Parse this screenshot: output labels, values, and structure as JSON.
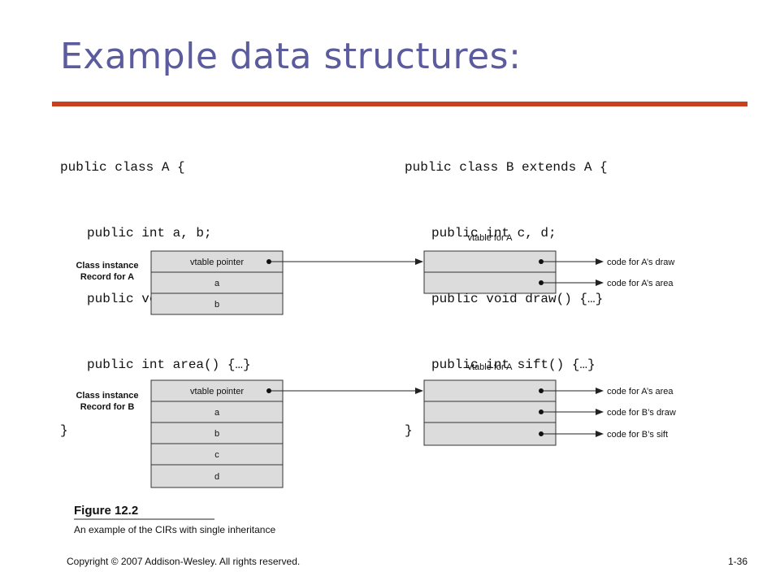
{
  "title": "Example data structures:",
  "colors": {
    "title": "#5b5b9e",
    "rule": "#c8401c",
    "cell_fill": "#dcdcdc"
  },
  "code_a": [
    "public class A {",
    "public int a, b;",
    "public void draw() {…}",
    "public int area() {…}",
    "}"
  ],
  "code_b": [
    "public class B extends A {",
    "public int c, d;",
    "public void draw() {…}",
    "public int sift() {…}",
    "}"
  ],
  "figure": {
    "top": {
      "record_label": [
        "Class instance",
        "Record for A"
      ],
      "cells": [
        "vtable pointer",
        "a",
        "b"
      ],
      "vtable_title": "vtable for A",
      "vtable_targets": [
        "code for A’s draw",
        "code for A’s area"
      ]
    },
    "bottom": {
      "record_label": [
        "Class instance",
        "Record for B"
      ],
      "cells": [
        "vtable pointer",
        "a",
        "b",
        "c",
        "d"
      ],
      "vtable_title": "vtable for A",
      "vtable_targets": [
        "code for A’s area",
        "code for B’s draw",
        "code for B’s sift"
      ]
    },
    "caption_title": "Figure 12.2",
    "caption_text": "An example of the CIRs with single inheritance"
  },
  "footer": {
    "copyright": "Copyright © 2007 Addison-Wesley. All rights reserved.",
    "slide_number": "1-36"
  }
}
